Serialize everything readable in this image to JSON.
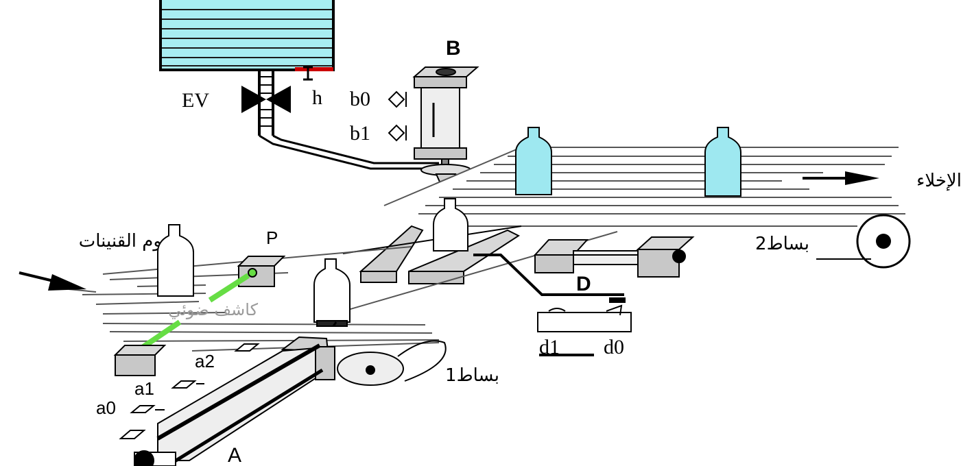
{
  "labels": {
    "tank_valve": "EV",
    "level_sensor": "h",
    "cylinder_b": "B",
    "sensor_b0": "b0",
    "sensor_b1": "b1",
    "cylinder_a": "A",
    "sensor_a0": "a0",
    "sensor_a1": "a1",
    "sensor_a2": "a2",
    "photocell": "P",
    "cylinder_d": "D",
    "sensor_d1": "d1",
    "sensor_d0": "d0",
    "bottle_arrival": "قدوم القنينات",
    "optical_detector": "كاشف ضوئي",
    "conveyor_1": "بساط1",
    "conveyor_2": "بساط2",
    "evacuation": "الإخلاء"
  },
  "colors": {
    "water": "#a8eef2",
    "water_lines": "#1a1a1a",
    "bottle_filled": "#9ee8f0",
    "beam": "#66dd44",
    "valve_mark": "#cc0000"
  }
}
